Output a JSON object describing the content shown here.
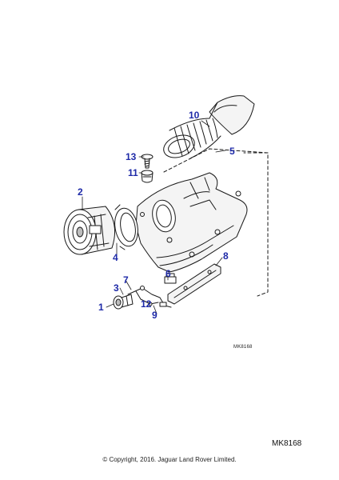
{
  "callouts": [
    {
      "id": "1",
      "label": "1"
    },
    {
      "id": "2",
      "label": "2"
    },
    {
      "id": "3",
      "label": "3"
    },
    {
      "id": "4",
      "label": "4"
    },
    {
      "id": "5",
      "label": "5"
    },
    {
      "id": "6",
      "label": "6"
    },
    {
      "id": "7",
      "label": "7"
    },
    {
      "id": "8",
      "label": "8"
    },
    {
      "id": "9",
      "label": "9"
    },
    {
      "id": "10",
      "label": "10"
    },
    {
      "id": "11",
      "label": "11"
    },
    {
      "id": "12",
      "label": "12"
    },
    {
      "id": "13",
      "label": "13"
    }
  ],
  "diagram_ref_small": "MK8168",
  "diagram_ref_large": "MK8168",
  "copyright": "© Copyright, 2016. Jaguar Land Rover Limited.",
  "colors": {
    "callout": "#1e2aa8",
    "line": "#1a1a1a",
    "fill": "#f4f4f4",
    "shade": "#bdbdbd"
  }
}
